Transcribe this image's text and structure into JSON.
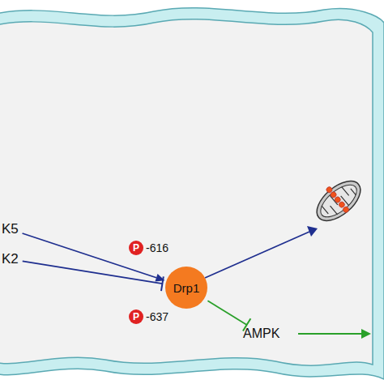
{
  "diagram": {
    "nodes": [
      {
        "text": [
          "K5"
        ]
      },
      {
        "text": [
          "K2"
        ]
      },
      {
        "text": [
          "Drp1"
        ]
      },
      {
        "text": [
          "AMPK"
        ]
      }
    ],
    "edges": [
      {
        "from": 0,
        "to": 2,
        "arrow": "to",
        "label": "-616"
      },
      {
        "from": 1,
        "to": 2,
        "arrow": "to",
        "label": "-637"
      },
      {
        "from": 2,
        "to": 3,
        "arrow": "to"
      }
    ],
    "labels": [
      "P",
      "P"
    ]
  }
}
